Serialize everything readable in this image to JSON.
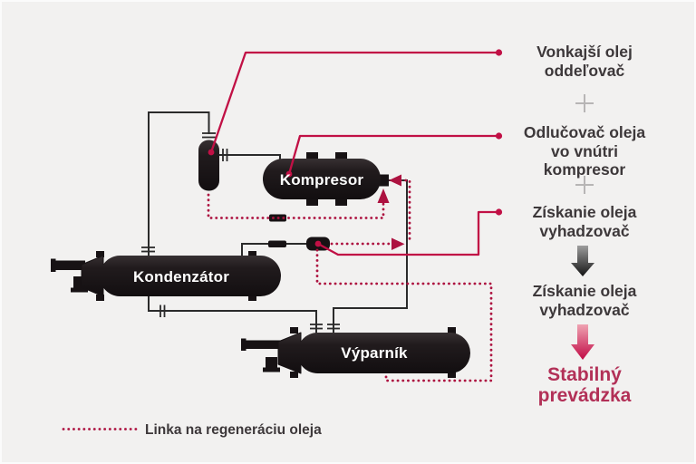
{
  "diagram": {
    "tanks": {
      "compressor": "Kompresor",
      "condenser": "Kondenzátor",
      "evaporator": "Výparník"
    },
    "legend": {
      "label": "Linka na regeneráciu oleja"
    }
  },
  "annotations": {
    "external_oil_separator": {
      "line1": "Vonkajší olej",
      "line2": "oddeľovač"
    },
    "plus": "+",
    "internal_oil_separator": {
      "line1": "Odlučovač oleja",
      "line2": "vo vnútri kompresor"
    },
    "oil_recovery_1": {
      "line1": "Získanie oleja",
      "line2": "vyhadzovač"
    },
    "oil_recovery_2": {
      "line1": "Získanie oleja",
      "line2": "vyhadzovač"
    },
    "result": {
      "line1": "Stabilný",
      "line2": "prevádzka"
    }
  },
  "icons": {
    "plus_separator": "plus-icon",
    "dark_down_arrow": "down-arrow-dark-icon",
    "red_down_arrow": "down-arrow-red-icon"
  },
  "colors": {
    "background": "#f2f1f0",
    "tank_black": "#1e181a",
    "pipe_black": "#2b2b2b",
    "pointer_crimson": "#c11045",
    "dotted_crimson": "#ad1240",
    "result_text": "#b23057",
    "label_text": "#3d383a",
    "plus_gray": "#b7b5b5",
    "tank_text": "#ffffff"
  }
}
